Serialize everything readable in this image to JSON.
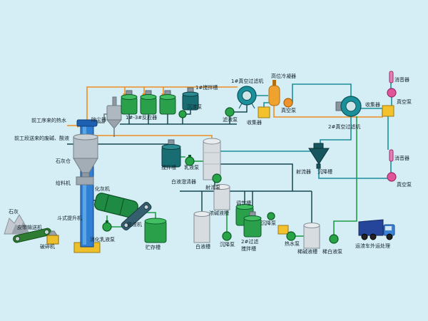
{
  "diagram": {
    "type": "process-flow",
    "description_visible_text_only": true
  },
  "palette": {
    "background": "#d5edf5",
    "pipe_orange": "#ef8e1f",
    "pipe_green": "#1f9d44",
    "pipe_dark": "#17484f",
    "pipe_teal": "#1b8f9a",
    "pipe_gray": "#6d767e",
    "tank_green": "#2aa04a",
    "tank_teal": "#176d72",
    "tank_silver": "#d6dce0",
    "equipment_yellow": "#f2c12c",
    "pump_green": "#29a347",
    "pump_orange": "#f0922c",
    "pump_pink": "#e0559a",
    "elevator_blue": "#2f7fd4",
    "truck_blue": "#24459a"
  },
  "labels": {
    "hot_water_inlet": "前工序来的热水",
    "waste_alkali_inlet": "前工段送来的废碱、酸液",
    "dust_collector": "除尘器",
    "lime_silo": "石灰仓",
    "feeder": "给料机",
    "slaker": "化灰机",
    "lime": "石灰",
    "belt_conveyor": "皮带输送机",
    "crusher": "破碎机",
    "bucket_elevator": "斗式提升机",
    "digestion_pump": "消化乳液泵",
    "slag_extractor": "提渣机",
    "storage_tank": "贮存槽",
    "mixing_tank": "搅拌槽",
    "emulsion_pump": "乳液泵",
    "clarifier": "白液澄清器",
    "jet_pump": "射流泵",
    "reactors": "1#-3#反应器",
    "mixer1": "1#搅拌槽",
    "sediment_pump": "沉渣泵",
    "filtrate_pump": "滤液泵",
    "vacuum_filter1": "1#真空过滤机",
    "condenser": "高位冷凝器",
    "collector1": "收集器",
    "vacuum_pump1": "真空泵",
    "collector2": "收集器",
    "vacuum_pump2": "真空泵",
    "muffler1": "消音器",
    "vacuum_filter2": "2#真空过滤机",
    "muffler2": "消音器",
    "vacuum_pump3": "真空泵",
    "jet_device": "射流器",
    "settling_tank": "沉降槽",
    "conc_alkali_tank": "浓碱液槽",
    "regulating_tank": "调节槽",
    "white_liquor_tank": "白液槽",
    "settling_pump1": "沉降泵",
    "filter2_mixer_line1": "2#过滤",
    "filter2_mixer_line2": "搅拌槽",
    "settling_pump2": "沉降泵",
    "hot_water_pump": "热水泵",
    "dilute_alkali_tank": "稀碱液槽",
    "dilute_white_pump": "稀白液泵",
    "truck": "运渣车外运处理"
  }
}
